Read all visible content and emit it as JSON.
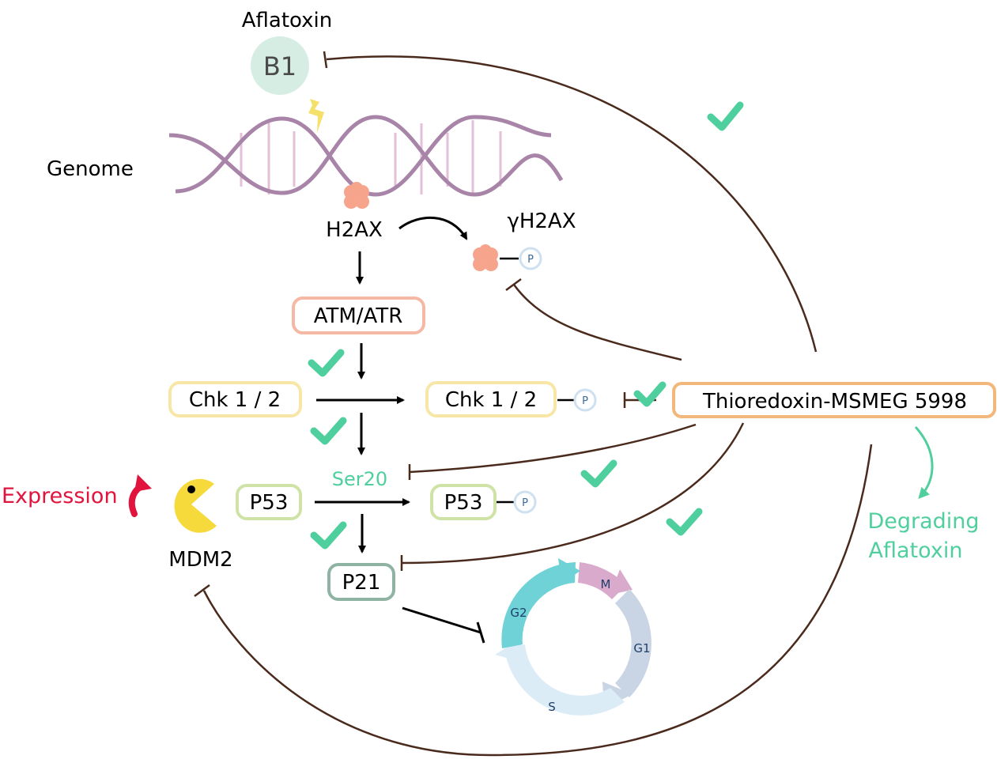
{
  "labels": {
    "aflatoxin": "Aflatoxin",
    "b1": "B1",
    "genome": "Genome",
    "h2ax": "H2AX",
    "gamma_h2ax": "γH2AX",
    "atm_atr": "ATM/ATR",
    "chk_left": "Chk 1 / 2",
    "chk_right": "Chk 1 / 2",
    "ser20": "Ser20",
    "p53_left": "P53",
    "p53_right": "P53",
    "p21": "P21",
    "mdm2": "MDM2",
    "expression": "Expression",
    "thioredoxin": "Thioredoxin-MSMEG 5998",
    "degrading_line1": "Degrading",
    "degrading_line2": "Aflatoxin",
    "phospho": "P",
    "cycle_m": "M",
    "cycle_g1": "G1",
    "cycle_s": "S",
    "cycle_g2": "G2"
  },
  "icons": {
    "check": "check-icon",
    "lightning": "lightning-icon",
    "pacman": "pacman-icon",
    "histone": "histone-icon",
    "dna": "dna-helix-icon"
  },
  "colors": {
    "inhibit": "#4a2a1c",
    "check": "#4fcf9e",
    "teal_text": "#4fcf9e",
    "expression_red": "#e0143c",
    "b1_fill": "#d6ede4",
    "atm_border": "#f5b8a4",
    "chk_border": "#f7e6a6",
    "p53_border": "#cfe3a6",
    "p21_border": "#8fb3a3",
    "thio_border": "#f2b77a",
    "dna": "#a884a8",
    "histone": "#f7a48c",
    "pacman": "#f6d93a"
  }
}
